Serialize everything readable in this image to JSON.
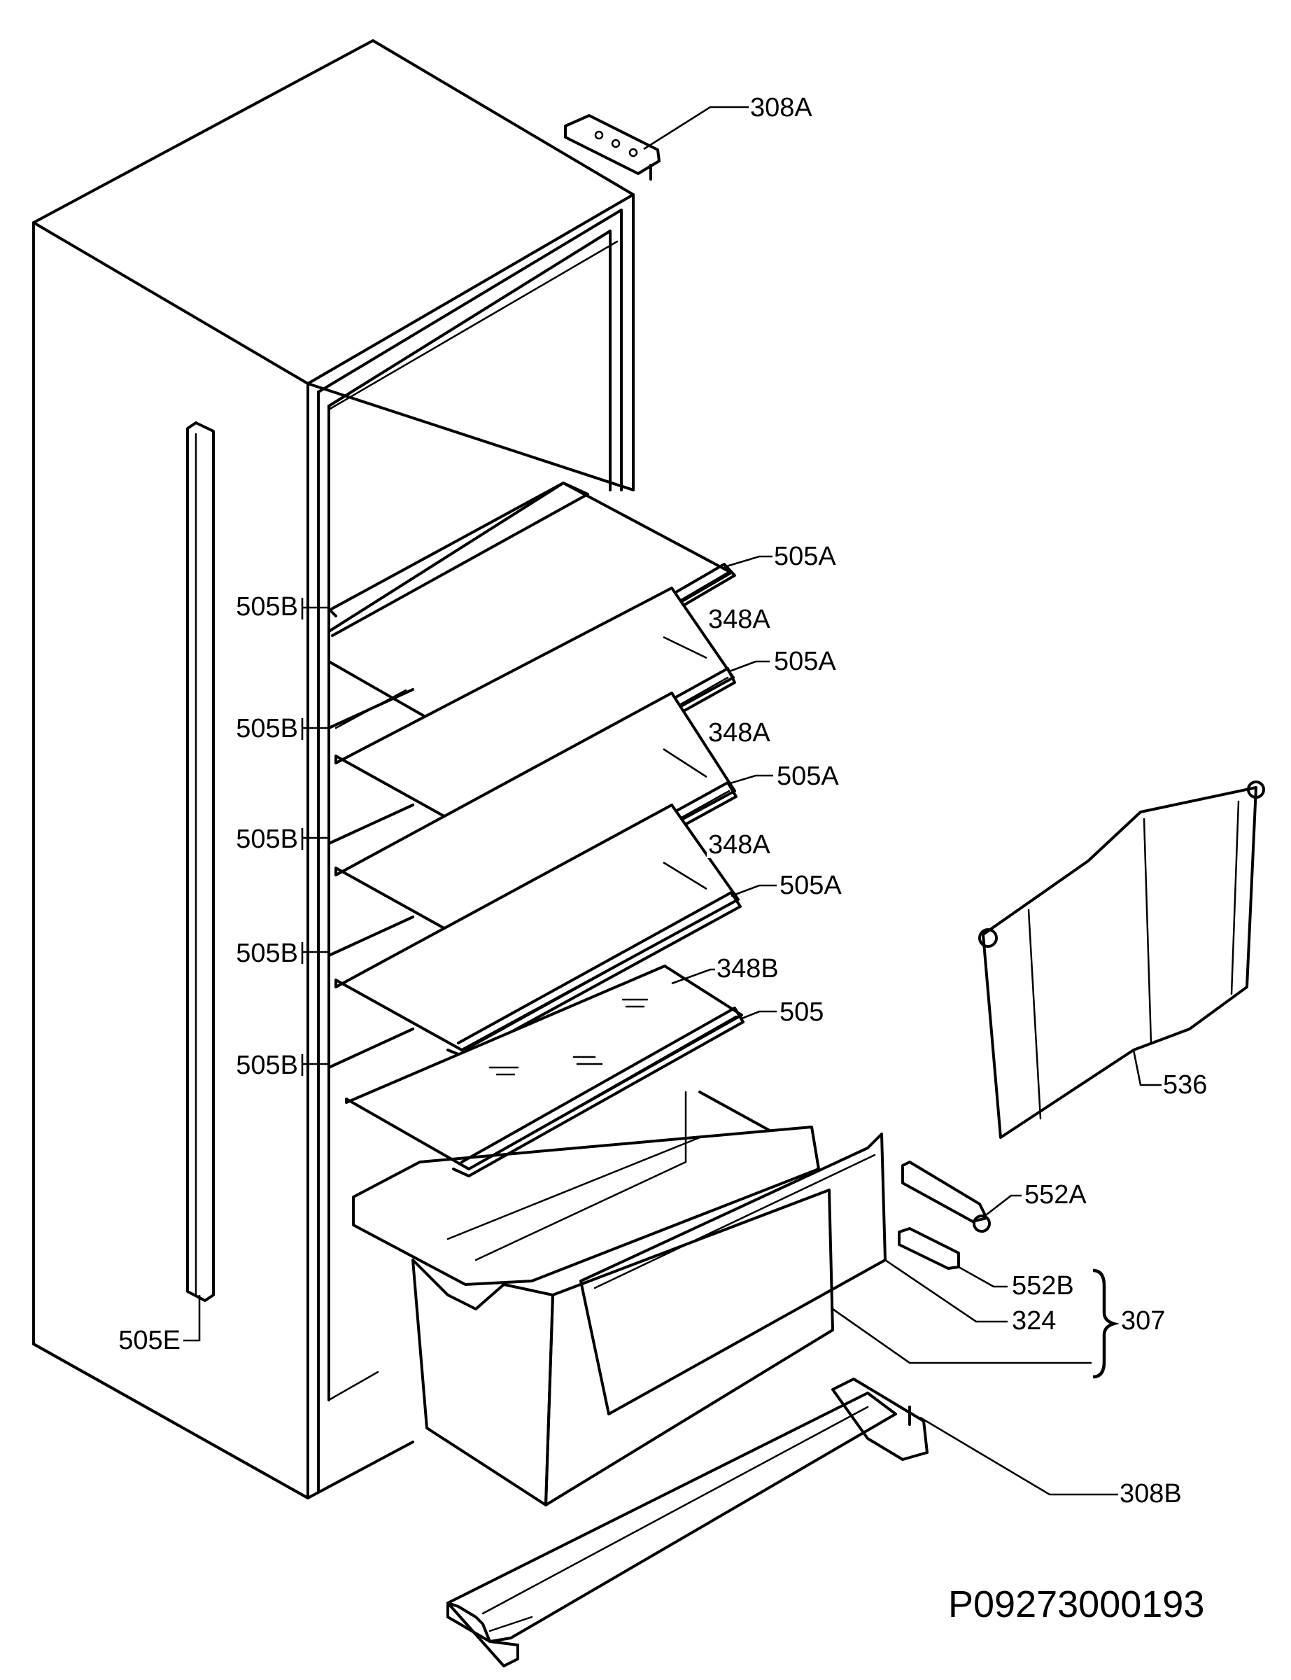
{
  "labels": {
    "hinge_top": "308A",
    "shelf_front_1": "505A",
    "shelf_front_2": "505A",
    "shelf_front_3": "505A",
    "shelf_front_4": "505A",
    "shelf_front_5": "505",
    "shelf_glass_1": "348A",
    "shelf_glass_2": "348A",
    "shelf_glass_3": "348A",
    "shelf_glass_4": "348B",
    "shelf_rear_1": "505B",
    "shelf_rear_2": "505B",
    "shelf_rear_3": "505B",
    "shelf_rear_4": "505B",
    "shelf_rear_5": "505B",
    "door_handle_strip": "505E",
    "crisper_cover": "536",
    "rail_a": "552A",
    "rail_b": "552B",
    "crisper_drawer": "324",
    "drawer_group": "307",
    "hinge_bottom": "308B"
  },
  "drawing_code": "P09273000193"
}
